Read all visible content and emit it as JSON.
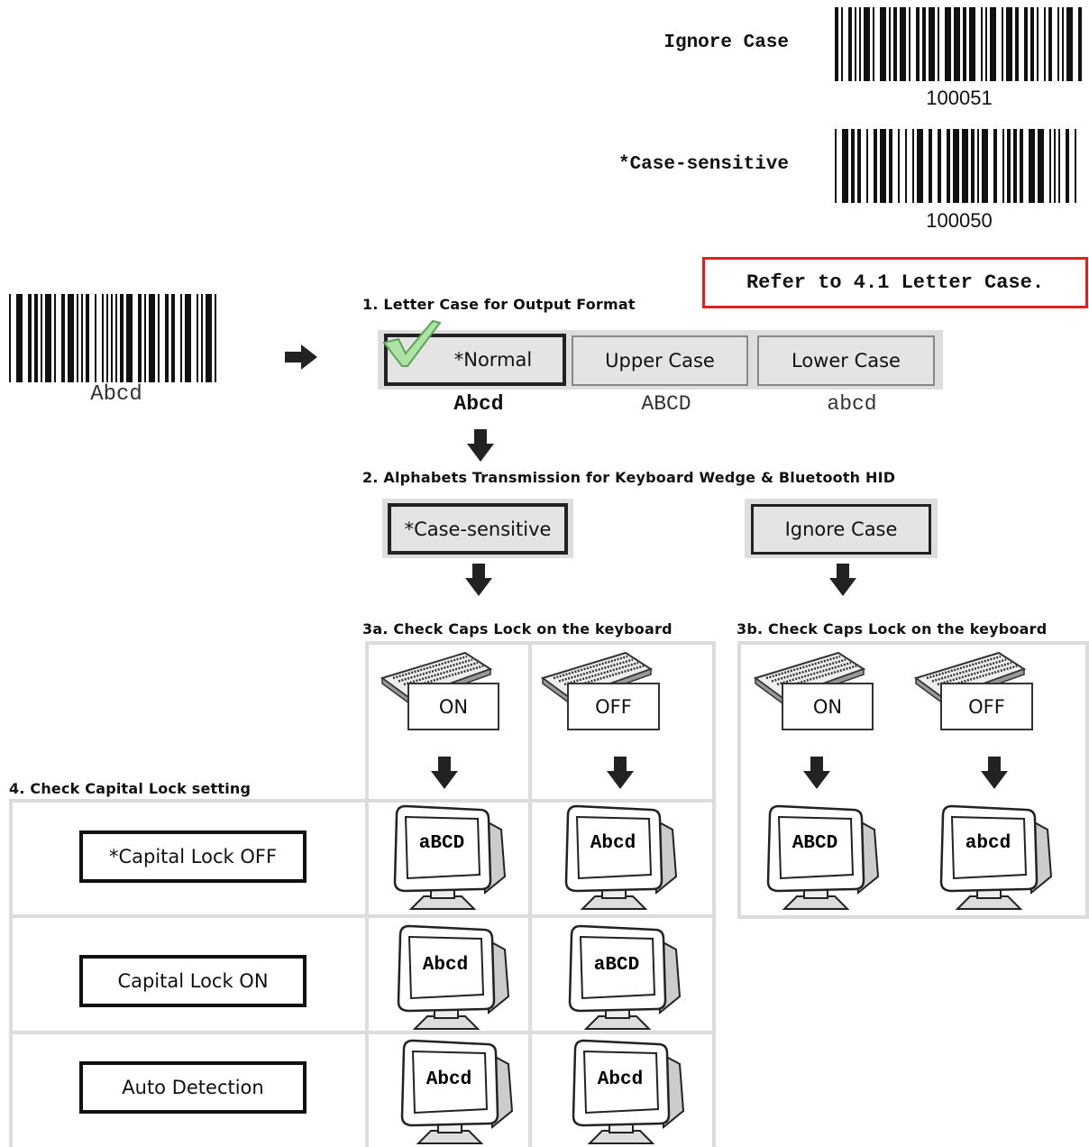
{
  "barcodes": {
    "ignore_case": {
      "label": "Ignore Case",
      "number": "100051"
    },
    "case_sensitive": {
      "label": "*Case-sensitive",
      "number": "100050"
    },
    "sample": {
      "text": "Abcd"
    }
  },
  "reference_note": "Refer to 4.1 Letter Case.",
  "steps": {
    "step1": "1. Letter Case for Output Format",
    "step2": "2. Alphabets Transmission for Keyboard Wedge & Bluetooth HID",
    "step3a": "3a. Check Caps Lock on the keyboard",
    "step3b": "3b. Check Caps Lock on the keyboard",
    "step4": "4. Check Capital Lock setting"
  },
  "letter_case": {
    "options": [
      {
        "label": "*Normal",
        "example": "Abcd",
        "selected": true
      },
      {
        "label": "Upper Case",
        "example": "ABCD",
        "selected": false
      },
      {
        "label": "Lower Case",
        "example": "abcd",
        "selected": false
      }
    ]
  },
  "transmission": {
    "case_sensitive": "*Case-sensitive",
    "ignore_case": "Ignore Case"
  },
  "caps_lock": {
    "on": "ON",
    "off": "OFF"
  },
  "capital_lock_settings": [
    {
      "label": "*Capital Lock OFF",
      "caps_on_output": "aBCD",
      "caps_off_output": "Abcd"
    },
    {
      "label": "Capital Lock ON",
      "caps_on_output": "Abcd",
      "caps_off_output": "aBCD"
    },
    {
      "label": "Auto Detection",
      "caps_on_output": "Abcd",
      "caps_off_output": "Abcd"
    }
  ],
  "ignore_case_outputs": {
    "caps_on_output": "ABCD",
    "caps_off_output": "abcd"
  },
  "icons": [
    "barcode-icon",
    "arrow-right-icon",
    "arrow-down-icon",
    "checkmark-icon",
    "keyboard-icon",
    "monitor-icon"
  ],
  "colors": {
    "reference_border": "#e02020",
    "button_fill": "#e4e4e4",
    "checkmark": "#8fd18a"
  }
}
